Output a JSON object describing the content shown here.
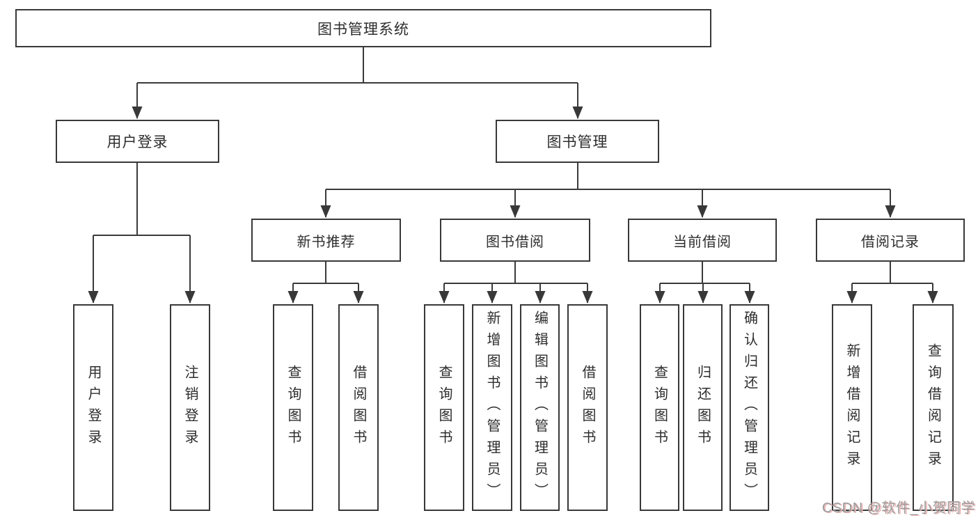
{
  "tree": {
    "root": {
      "label": "图书管理系统",
      "children": [
        {
          "label": "用户登录",
          "children": [
            {
              "label": "用户登录"
            },
            {
              "label": "注销登录"
            }
          ]
        },
        {
          "label": "图书管理",
          "children": [
            {
              "label": "新书推荐",
              "children": [
                {
                  "label": "查询图书"
                },
                {
                  "label": "借阅图书"
                }
              ]
            },
            {
              "label": "图书借阅",
              "children": [
                {
                  "label": "查询图书"
                },
                {
                  "label": "新增图书（管理员）"
                },
                {
                  "label": "编辑图书（管理员）"
                },
                {
                  "label": "借阅图书"
                }
              ]
            },
            {
              "label": "当前借阅",
              "children": [
                {
                  "label": "查询图书"
                },
                {
                  "label": "归还图书"
                },
                {
                  "label": "确认归还（管理员）"
                }
              ]
            },
            {
              "label": "借阅记录",
              "children": [
                {
                  "label": "新增借阅记录"
                },
                {
                  "label": "查询借阅记录"
                }
              ]
            }
          ]
        }
      ]
    }
  },
  "watermark": {
    "text": "CSDN @软件_小贺同学"
  },
  "colors": {
    "line": "#3a3a3a",
    "box_border": "#383838",
    "box_fill": "#ffffff",
    "text": "#2d2d2d",
    "watermark_gray": "#9c9c9c",
    "watermark_shadow": "#eab4b4"
  }
}
